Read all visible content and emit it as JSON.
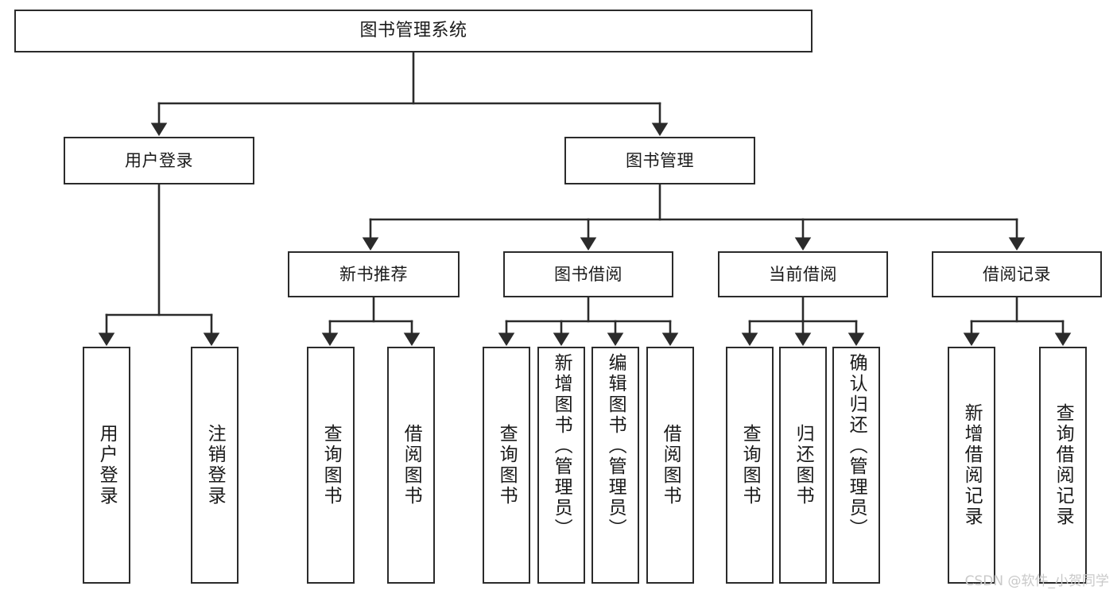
{
  "diagram": {
    "title": "图书管理系统",
    "type": "tree",
    "background_color": "#ffffff",
    "line_color": "#2b2b2b",
    "text_color": "#1a1a1a"
  },
  "watermark": {
    "text": "CSDN @软件_小贺同学",
    "color": "#c9c9c9"
  },
  "nodes": {
    "root": {
      "label": "图书管理系统"
    },
    "level2": [
      {
        "id": "user-login",
        "label": "用户登录"
      },
      {
        "id": "book-manage",
        "label": "图书管理"
      }
    ],
    "level3": [
      {
        "id": "new-book-recommend",
        "label": "新书推荐"
      },
      {
        "id": "book-borrow",
        "label": "图书借阅"
      },
      {
        "id": "current-borrow",
        "label": "当前借阅"
      },
      {
        "id": "borrow-record",
        "label": "借阅记录"
      }
    ],
    "leaves": [
      {
        "id": "leaf-user-login",
        "label": "用户登录",
        "parent": "user-login"
      },
      {
        "id": "leaf-logout",
        "label": "注销登录",
        "parent": "user-login"
      },
      {
        "id": "leaf-query-book-1",
        "label": "查询图书",
        "parent": "new-book-recommend"
      },
      {
        "id": "leaf-borrow-book-1",
        "label": "借阅图书",
        "parent": "new-book-recommend"
      },
      {
        "id": "leaf-query-book-2",
        "label": "查询图书",
        "parent": "book-borrow"
      },
      {
        "id": "leaf-add-book",
        "label": "新增图书（管理员）",
        "parent": "book-borrow"
      },
      {
        "id": "leaf-edit-book",
        "label": "编辑图书（管理员）",
        "parent": "book-borrow"
      },
      {
        "id": "leaf-borrow-book-2",
        "label": "借阅图书",
        "parent": "book-borrow"
      },
      {
        "id": "leaf-query-book-3",
        "label": "查询图书",
        "parent": "current-borrow"
      },
      {
        "id": "leaf-return-book",
        "label": "归还图书",
        "parent": "current-borrow"
      },
      {
        "id": "leaf-confirm-return",
        "label": "确认归还（管理员）",
        "parent": "current-borrow"
      },
      {
        "id": "leaf-add-record",
        "label": "新增借阅记录",
        "parent": "borrow-record"
      },
      {
        "id": "leaf-query-record",
        "label": "查询借阅记录",
        "parent": "borrow-record"
      }
    ]
  }
}
